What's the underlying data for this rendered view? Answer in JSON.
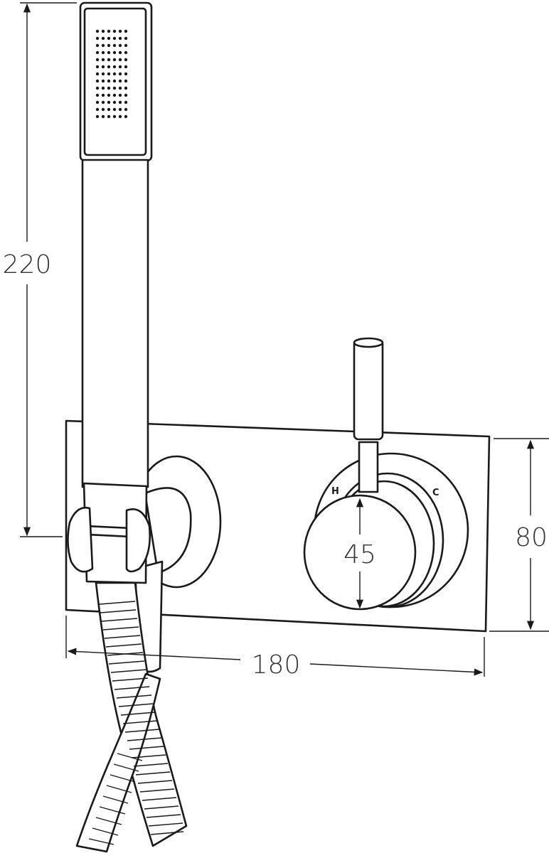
{
  "dimensions": {
    "height_handshower": "220",
    "plate_height": "80",
    "plate_width": "180",
    "handle_diameter": "45"
  },
  "valve_labels": {
    "hot": "H",
    "cold": "C"
  },
  "icons": [
    "shower-head-icon",
    "hose-icon",
    "mixer-handle-icon"
  ]
}
